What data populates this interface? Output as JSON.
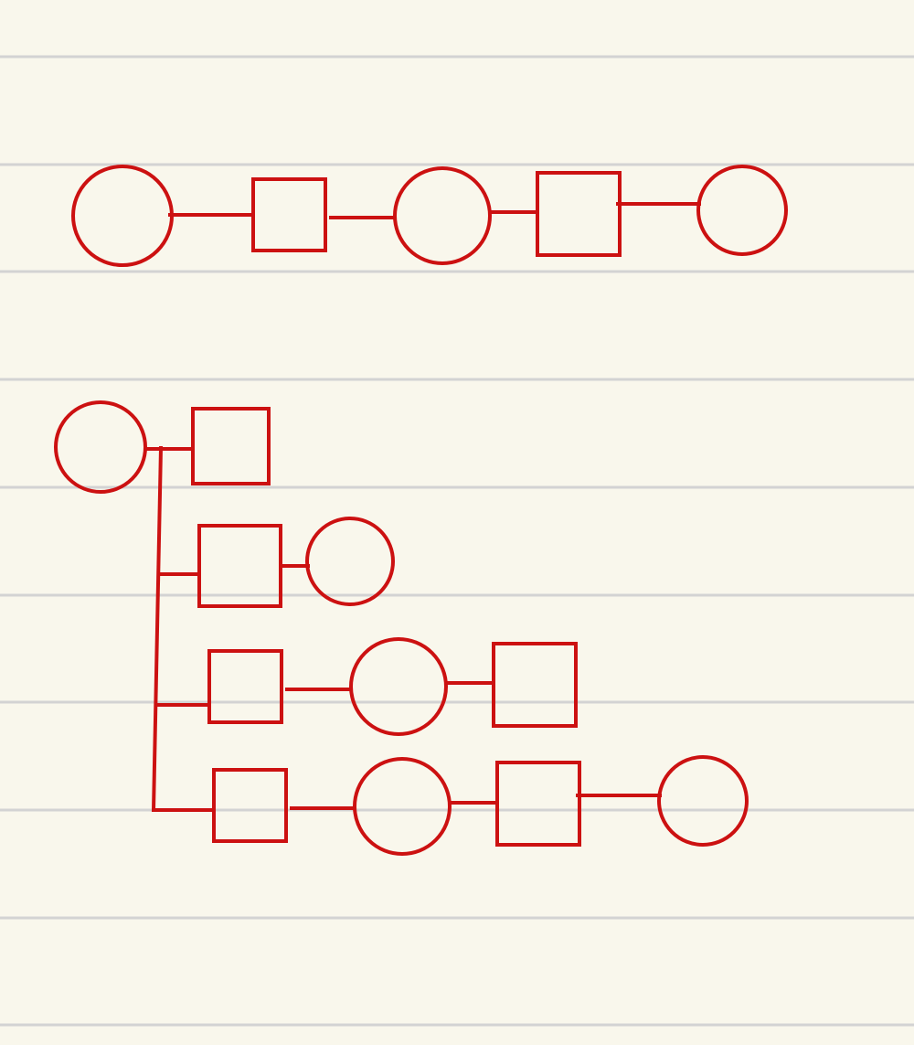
{
  "colors": {
    "paper": "#f9f7ec",
    "rule_line": "#d3d3d3",
    "ink": "#cc1111"
  },
  "diagram": {
    "chains": [
      {
        "layout": "horizontal",
        "nodes": [
          "circle",
          "square",
          "circle",
          "square",
          "circle"
        ]
      },
      {
        "layout": "branching-from-root",
        "root": "circle",
        "branches": [
          [
            "square"
          ],
          [
            "square",
            "circle"
          ],
          [
            "square",
            "circle",
            "square"
          ],
          [
            "square",
            "circle",
            "square",
            "circle"
          ]
        ]
      }
    ]
  }
}
